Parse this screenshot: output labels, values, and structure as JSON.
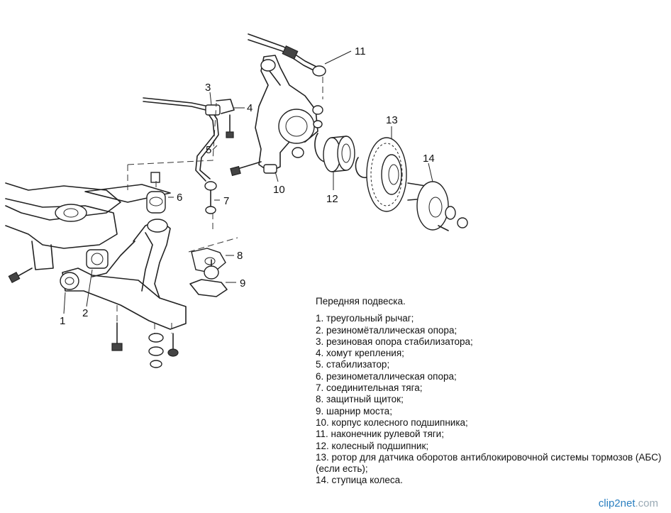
{
  "caption": {
    "title": "Передняя подвеска.",
    "items": [
      "1. треугольный рычаг;",
      "2. резиномёталлическая опора;",
      "3. резиновая опора стабилизатора;",
      "4. хомут крепления;",
      "5. стабилизатор;",
      "6. резинометаллическая опора;",
      "7. соединительная тяга;",
      "8. защитный щиток;",
      "9. шарнир моста;",
      "10. корпус колесного подшипника;",
      "11. наконечник рулевой тяги;",
      "12. колесный подшипник;",
      "13. ротор для датчика оборотов антиблокировочной системы тормозов (АБС) (если есть);",
      "14. ступица колеса."
    ]
  },
  "callouts": [
    "1",
    "2",
    "3",
    "4",
    "5",
    "6",
    "7",
    "8",
    "9",
    "10",
    "11",
    "12",
    "13",
    "14"
  ],
  "watermark": {
    "brand": "clip2net",
    "domain": ".com"
  }
}
